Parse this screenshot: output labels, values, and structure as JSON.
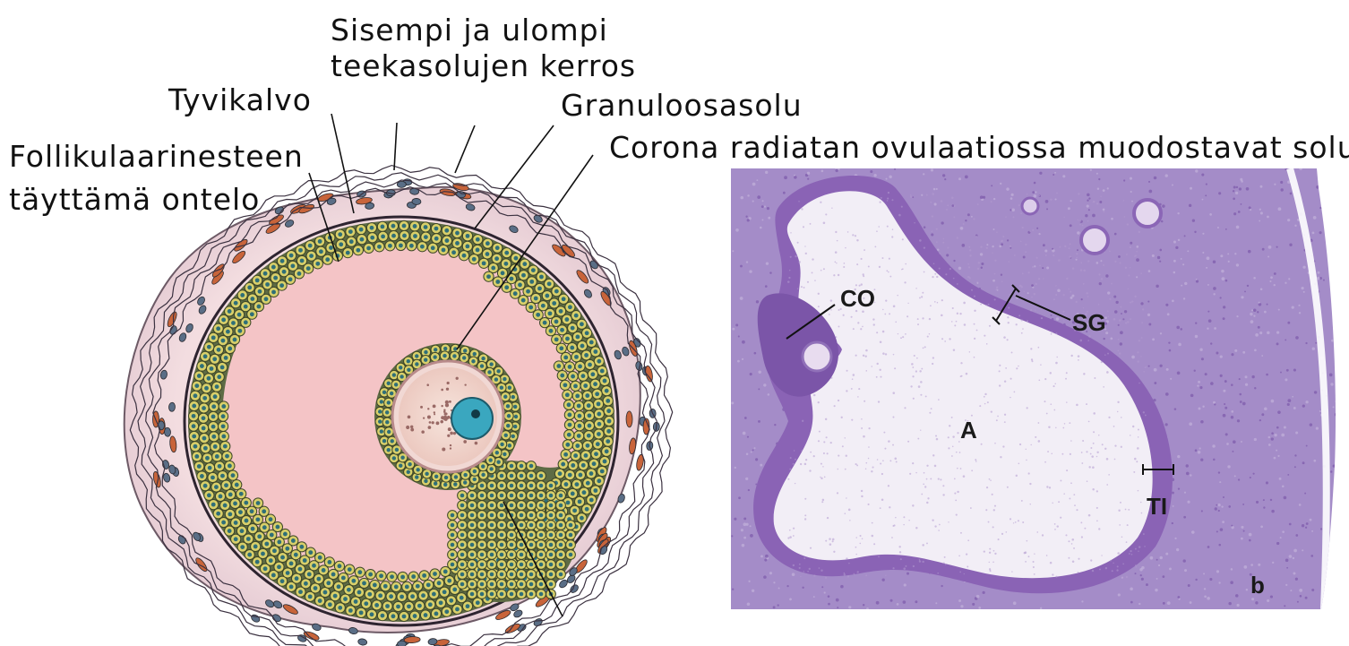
{
  "diagram_labels": {
    "theca_line1": "Sisempi ja ulompi",
    "theca_line2": "teekasolujen kerros",
    "basal_membrane": "Tyvikalvo",
    "granulosa": "Granuloosasolu",
    "antrum_line1": "Follikulaarinesteen",
    "antrum_line2": "täyttämä ontelo",
    "corona": "Corona radiatan ovulaatiossa muodostavat solut"
  },
  "micrograph_labels": {
    "co": "CO",
    "sg": "SG",
    "a": "A",
    "ti": "TI",
    "panel": "b"
  },
  "colors": {
    "antrum_fill": "#f4c4c6",
    "granulosa_cell": "#d8cf6a",
    "granulosa_nucleus": "#2f6f78",
    "theca_cell": "#c8643a",
    "oocyte_nucleus": "#3aa7bf",
    "tissue_purple": "#a48cc8",
    "antrum_lumen": "#f2eef6"
  }
}
